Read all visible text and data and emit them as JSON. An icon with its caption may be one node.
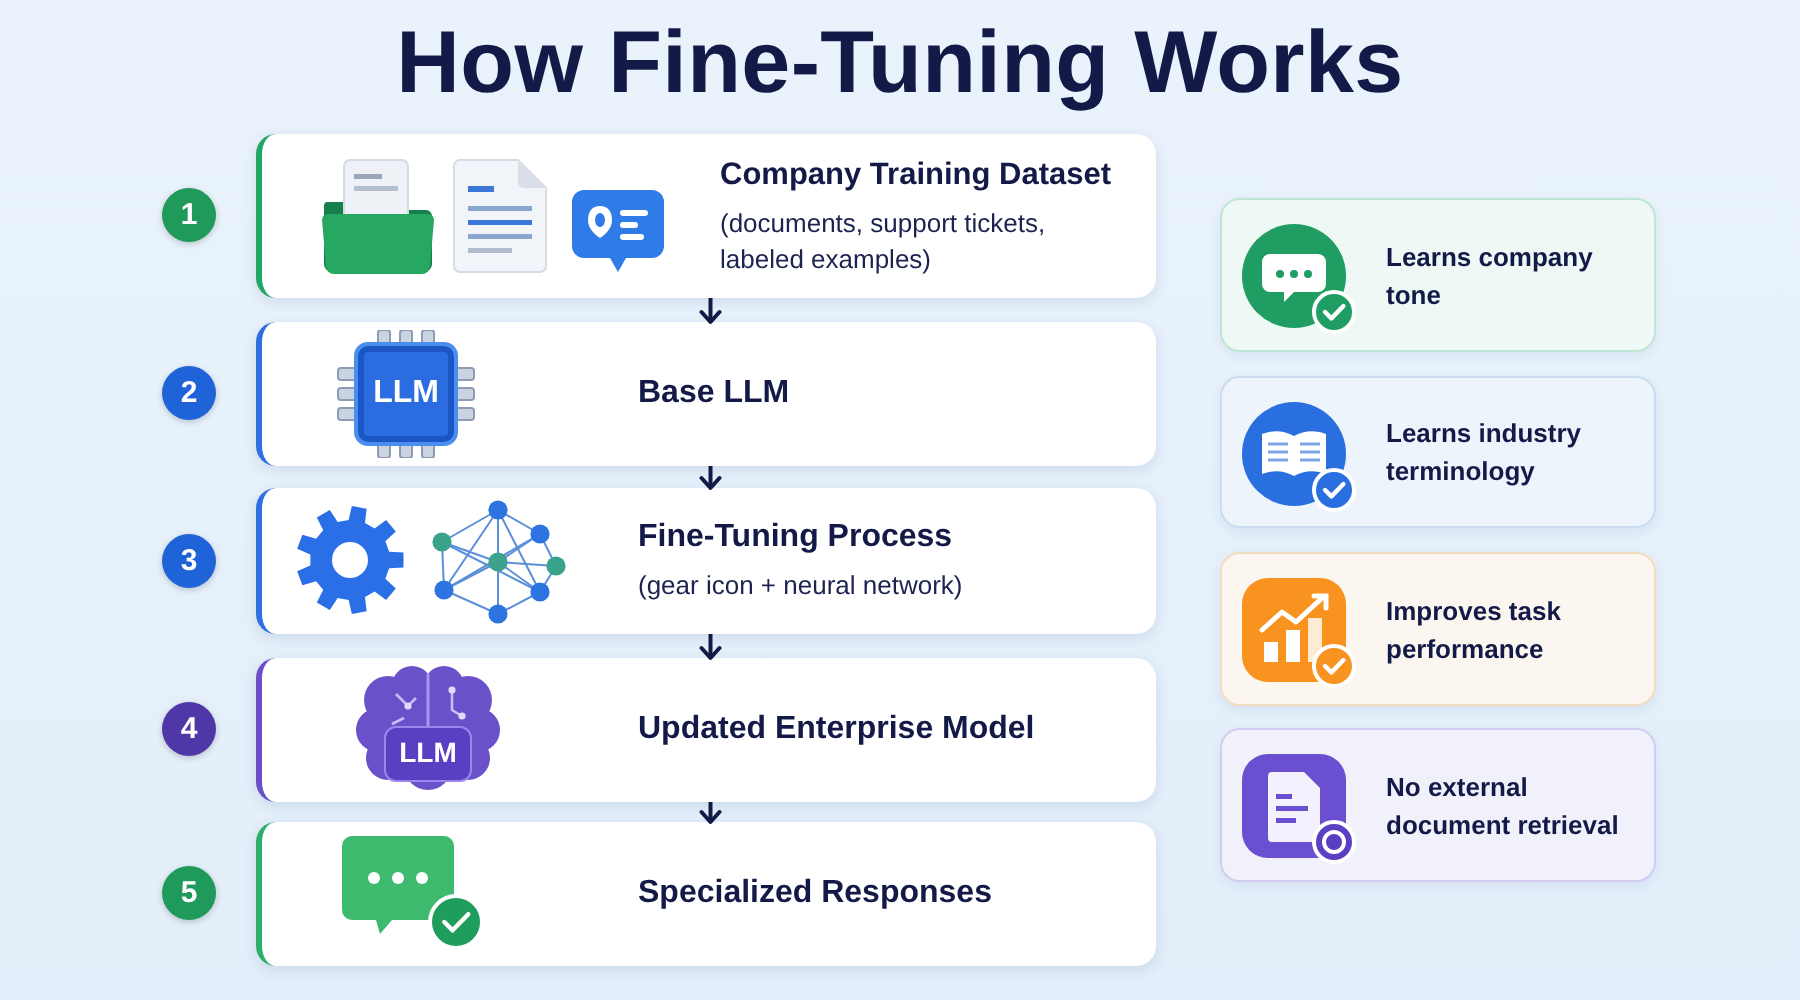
{
  "diagram": {
    "title": "How Fine-Tuning Works",
    "nodes": [
      {
        "text": [
          "Company Training Dataset",
          "(documents, support tickets, labeled examples)"
        ],
        "beside": [
          "1"
        ]
      },
      {
        "text": [
          "Base LLM"
        ],
        "beside": [
          "2"
        ]
      },
      {
        "text": [
          "LLM"
        ],
        "in": 1
      },
      {
        "text": [
          "Fine-Tuning Process",
          "(gear icon + neural network)"
        ],
        "beside": [
          "3"
        ]
      },
      {
        "text": [
          "Updated Enterprise Model"
        ],
        "beside": [
          "4"
        ]
      },
      {
        "text": [
          "LLM"
        ],
        "in": 4
      },
      {
        "text": [
          "Specialized Responses"
        ],
        "beside": [
          "5"
        ]
      },
      {
        "text": [
          "Learns company tone"
        ]
      },
      {
        "text": [
          "Learns industry terminology"
        ]
      },
      {
        "text": [
          "Improves task performance"
        ]
      },
      {
        "text": [
          "No external document retrieval"
        ]
      }
    ],
    "edges": [
      {
        "from": 0,
        "to": 1,
        "arrow": "to"
      },
      {
        "from": 1,
        "to": 3,
        "arrow": "to"
      },
      {
        "from": 3,
        "to": 4,
        "arrow": "to"
      },
      {
        "from": 4,
        "to": 6,
        "arrow": "to"
      }
    ]
  }
}
